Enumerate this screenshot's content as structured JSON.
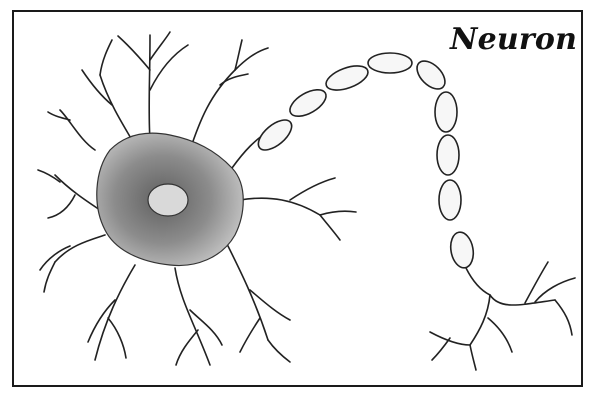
{
  "diagram": {
    "title": "Neuron",
    "colors": {
      "ink": "#222222",
      "soma_dark": "#6e6e6e",
      "soma_light": "#cfcfcf",
      "nucleus": "#d9d9d9",
      "myelin": "#f7f7f7"
    },
    "parts": [
      "dendrites",
      "cell-body",
      "nucleus",
      "axon",
      "myelin-sheath",
      "axon-terminals"
    ]
  }
}
